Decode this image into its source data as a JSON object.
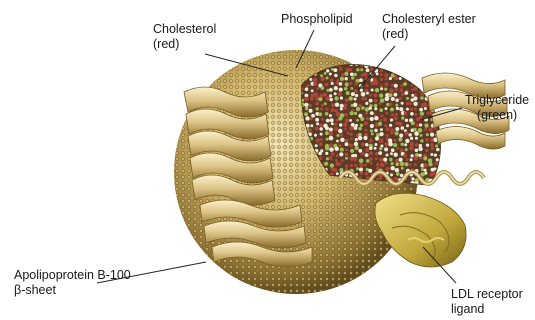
{
  "diagram": {
    "colors": {
      "shell_light": "#e9d79a",
      "shell_mid": "#c6a85a",
      "shell_dark": "#7a6128",
      "core_cholesteryl": "#b0453a",
      "core_triglyceride": "#9bbf55",
      "core_white": "#f2ecdc",
      "apoB_light": "#f0dfae",
      "apoB_dark": "#8b6a2a",
      "ligand": "#d8c15a",
      "leader_line": "#222222"
    },
    "labels": {
      "cholesterol": {
        "line1": "Cholesterol",
        "line2": "(red)"
      },
      "phospholipid": {
        "line1": "Phospholipid"
      },
      "cholesteryl_ester": {
        "line1": "Cholesteryl ester",
        "line2": "(red)"
      },
      "triglyceride": {
        "line1": "Triglyceride",
        "line2": "(green)"
      },
      "apolipoprotein": {
        "line1": "Apolipoprotein B-100",
        "line2": "β-sheet"
      },
      "ldl_receptor": {
        "line1": "LDL receptor",
        "line2": "ligand"
      }
    }
  }
}
